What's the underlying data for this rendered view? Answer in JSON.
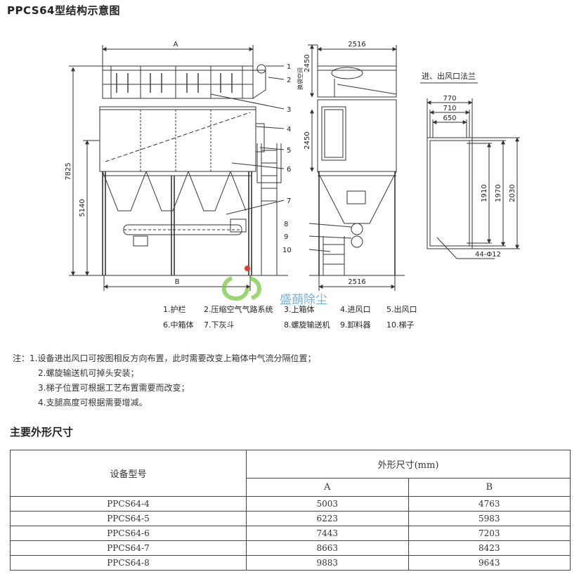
{
  "page_title": "PPCS64型结构示意图",
  "drawing": {
    "dim_A": "A",
    "dim_B": "B",
    "dim_7825": "7825",
    "dim_5140": "5140",
    "dim_2450_top": "2450",
    "dim_2450_mid": "2450",
    "service_space": "换袋空间",
    "dim_2516_top": "2516",
    "dim_2516_bottom": "2516",
    "flange_label": "进、出风口法兰",
    "dim_770": "770",
    "dim_710": "710",
    "dim_650": "650",
    "dim_1910": "1910",
    "dim_1970": "1970",
    "dim_2030": "2030",
    "holes": "44-Φ12",
    "callouts": [
      "1",
      "2",
      "3",
      "4",
      "5",
      "6",
      "7",
      "8",
      "9",
      "10"
    ],
    "watermark_text": "盛蓢除尘"
  },
  "legend": [
    [
      "1.护栏",
      "2.压缩空气气路系统",
      "3.上箱体",
      "4.进风口",
      "5.出风口"
    ],
    [
      "6.中箱体",
      "7.下灰斗",
      "8.螺旋输送机",
      "9.卸料器",
      "10.梯子"
    ]
  ],
  "notes": [
    "注：1.设备进出风口可按图相反方向布置，此时需要改变上箱体中气流分隔位置；",
    "2.螺旋输送机可掉头安装；",
    "3.梯子位置可根据工艺布置需要而改变；",
    "4.支腿高度可根据需要增减。"
  ],
  "section_title": "主要外形尺寸",
  "table": {
    "model_header": "设备型号",
    "dims_header": "外形尺寸(mm)",
    "col_a": "A",
    "col_b": "B",
    "rows": [
      {
        "model": "PPCS64-4",
        "a": "5003",
        "b": "4763"
      },
      {
        "model": "PPCS64-5",
        "a": "6223",
        "b": "5983"
      },
      {
        "model": "PPCS64-6",
        "a": "7443",
        "b": "7203"
      },
      {
        "model": "PPCS64-7",
        "a": "8663",
        "b": "8423"
      },
      {
        "model": "PPCS64-8",
        "a": "9883",
        "b": "9643"
      }
    ]
  },
  "colors": {
    "line": "#333333",
    "watermark_green": "#7ac943",
    "watermark_blue": "#5aa0d8",
    "dot": "#e53935"
  }
}
